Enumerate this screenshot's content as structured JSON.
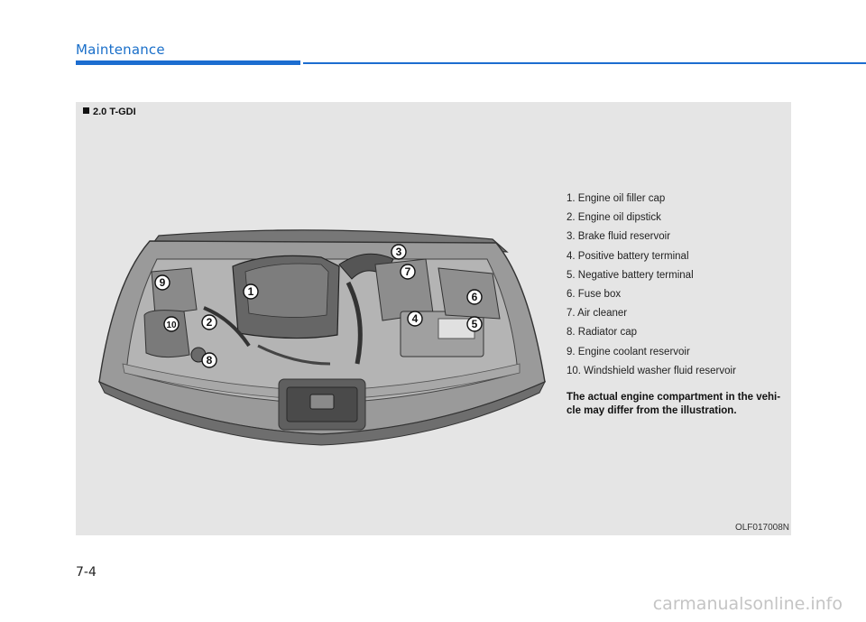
{
  "header": {
    "section": "Maintenance"
  },
  "figure": {
    "variant": "2.0 T-GDI",
    "code": "OLF017008N",
    "callouts": [
      "1",
      "2",
      "3",
      "4",
      "5",
      "6",
      "7",
      "8",
      "9",
      "10"
    ],
    "legend": [
      "1. Engine oil filler cap",
      "2. Engine oil dipstick",
      "3. Brake fluid reservoir",
      "4. Positive battery terminal",
      "5. Negative battery terminal",
      "6. Fuse box",
      "7. Air cleaner",
      "8. Radiator cap",
      "9. Engine coolant reservoir",
      "10. Windshield washer fluid reservoir"
    ],
    "note": "The actual engine compartment in the vehi-cle may differ from the illustration."
  },
  "footer": {
    "page": "7-4",
    "watermark": "carmanualsonline.info"
  },
  "colors": {
    "accent": "#1c6dd0",
    "panel": "#e5e5e5"
  }
}
